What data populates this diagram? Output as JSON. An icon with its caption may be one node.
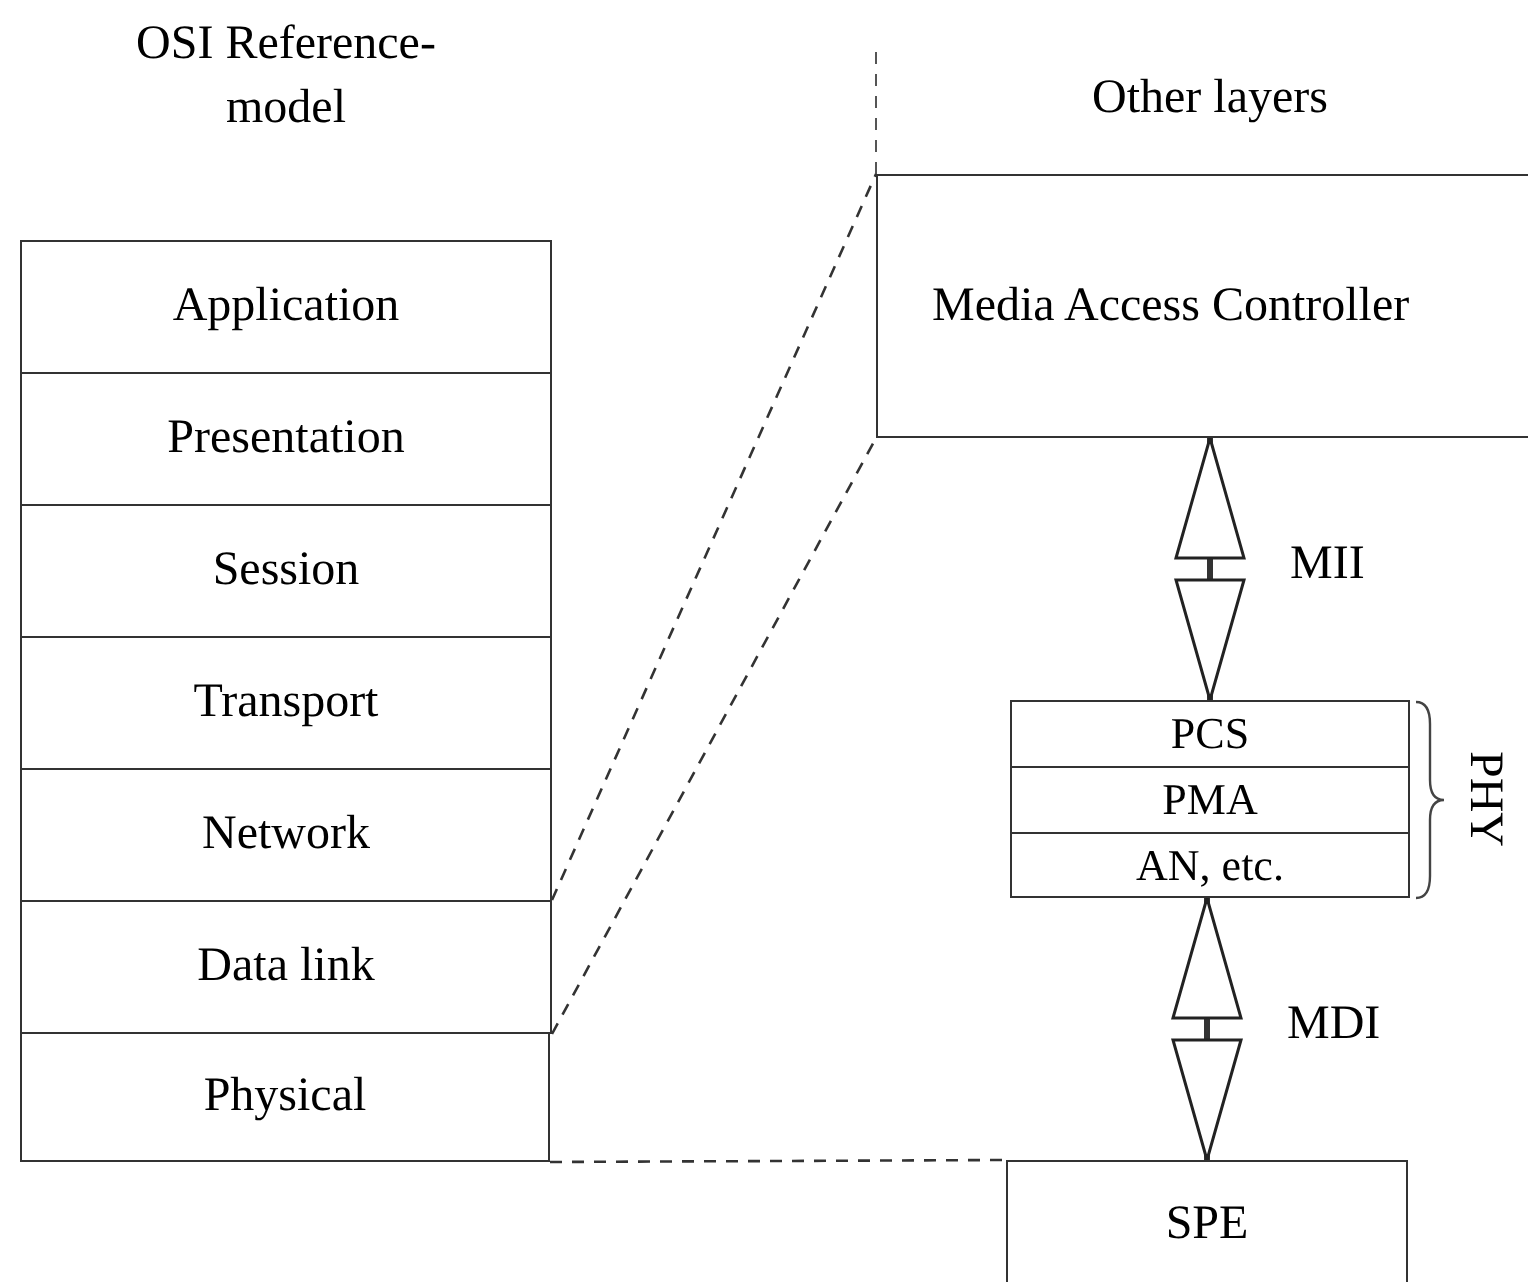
{
  "diagram": {
    "nodes": [
      {
        "text": [
          "OSI Reference-model"
        ]
      },
      {
        "text": [
          "Application"
        ],
        "in": 0
      },
      {
        "text": [
          "Presentation"
        ],
        "in": 0
      },
      {
        "text": [
          "Session"
        ],
        "in": 0
      },
      {
        "text": [
          "Transport"
        ],
        "in": 0
      },
      {
        "text": [
          "Network"
        ],
        "in": 0
      },
      {
        "text": [
          "Data link"
        ],
        "in": 0
      },
      {
        "text": [
          "Physical"
        ],
        "in": 0
      },
      {
        "text": [
          "Media Access Controller"
        ]
      },
      {
        "text": [
          "PHY"
        ]
      },
      {
        "text": [
          "PCS"
        ],
        "in": 9
      },
      {
        "text": [
          "PMA"
        ],
        "in": 9
      },
      {
        "text": [
          "AN, etc."
        ],
        "in": 9
      },
      {
        "text": [
          "SPE"
        ]
      }
    ],
    "edges": [
      {
        "from": 8,
        "to": 9,
        "arrow": "both",
        "label": "MII",
        "style": "thick"
      },
      {
        "from": 12,
        "to": 13,
        "arrow": "both",
        "label": "MDI",
        "style": "thick"
      },
      {
        "from": 6,
        "to": 8,
        "arrow": "none",
        "style": "dashed"
      },
      {
        "from": 6,
        "to": 8,
        "arrow": "none",
        "style": "dashed"
      },
      {
        "from": 7,
        "to": 13,
        "arrow": "none",
        "style": "dashed"
      }
    ],
    "labels": [
      "Other layers"
    ]
  }
}
